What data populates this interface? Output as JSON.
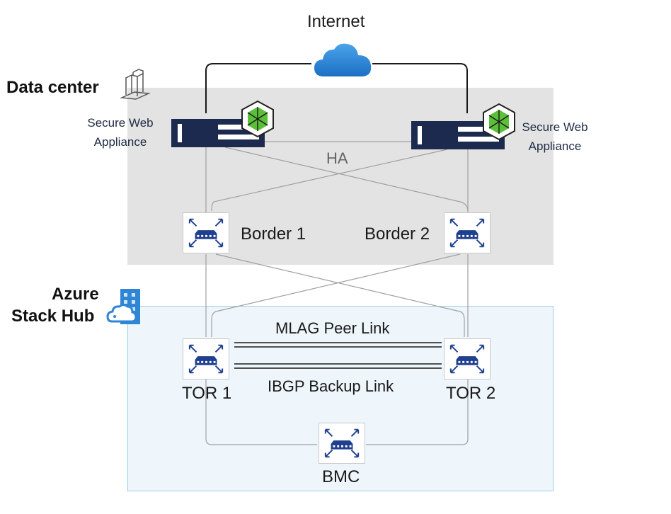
{
  "internet": {
    "label": "Internet"
  },
  "data_center": {
    "title": "Data center",
    "ha_label": "HA"
  },
  "secure_web_appliances": [
    {
      "label_line1": "Secure Web",
      "label_line2": "Appliance"
    },
    {
      "label_line1": "Secure Web",
      "label_line2": "Appliance"
    }
  ],
  "border_switches": [
    {
      "label": "Border 1"
    },
    {
      "label": "Border 2"
    }
  ],
  "azure_stack_hub": {
    "title_line1": "Azure",
    "title_line2": "Stack Hub",
    "tor_switches": [
      {
        "label": "TOR 1"
      },
      {
        "label": "TOR 2"
      }
    ],
    "mlag_label": "MLAG Peer Link",
    "ibgp_label": "IBGP Backup Link",
    "bmc": {
      "label": "BMC"
    }
  },
  "colors": {
    "data_center_zone": "#e3e3e3",
    "azure_zone_fill": "#eef6fb",
    "azure_zone_border": "#9fd0e8",
    "appliance_navy": "#1b2a4e",
    "cloud_blue": "#2f86d6",
    "switch_icon_blue": "#1f3f8f",
    "hex_green": "#5cbf3a",
    "link_gray": "#a0a0a0"
  },
  "icons": {
    "cloud": "cloud-icon",
    "building": "building-icon",
    "azure_stack": "azure-stack-hub-icon",
    "switch": "network-switch-icon",
    "appliance": "server-appliance-icon",
    "security_hex": "security-hexagon-icon"
  }
}
